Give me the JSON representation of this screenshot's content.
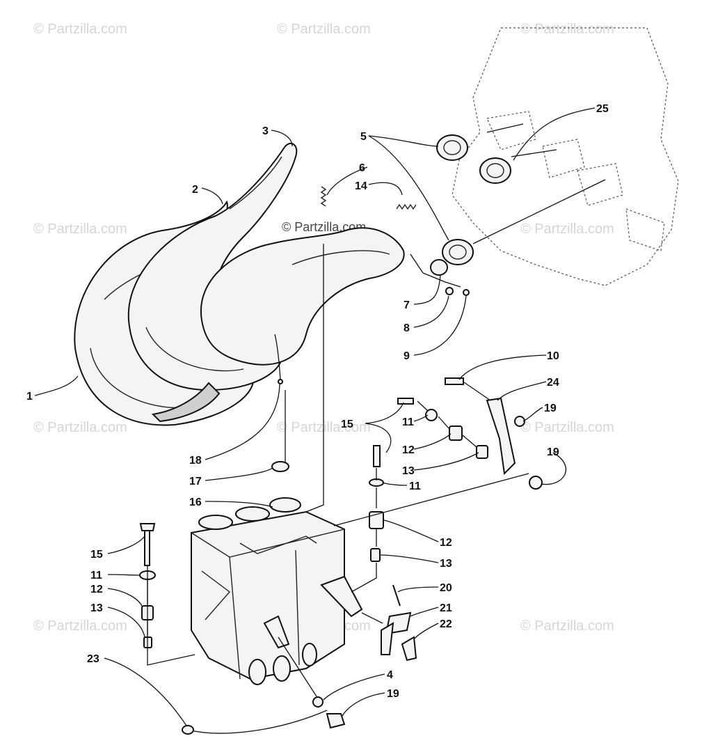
{
  "watermarks": {
    "text": "© Partzilla.com",
    "center_text": "© Partzilla.com"
  },
  "callouts": {
    "c1": "1",
    "c2": "2",
    "c3": "3",
    "c4": "4",
    "c5": "5",
    "c6": "6",
    "c7": "7",
    "c8": "8",
    "c9": "9",
    "c10": "10",
    "c11a": "11",
    "c11b": "11",
    "c11c": "11",
    "c12a": "12",
    "c12b": "12",
    "c12c": "12",
    "c13a": "13",
    "c13b": "13",
    "c13c": "13",
    "c14": "14",
    "c15a": "15",
    "c15b": "15",
    "c16": "16",
    "c17": "17",
    "c18": "18",
    "c19a": "19",
    "c19b": "19",
    "c19c": "19",
    "c20": "20",
    "c21": "21",
    "c22": "22",
    "c23": "23",
    "c24": "24",
    "c25": "25"
  }
}
